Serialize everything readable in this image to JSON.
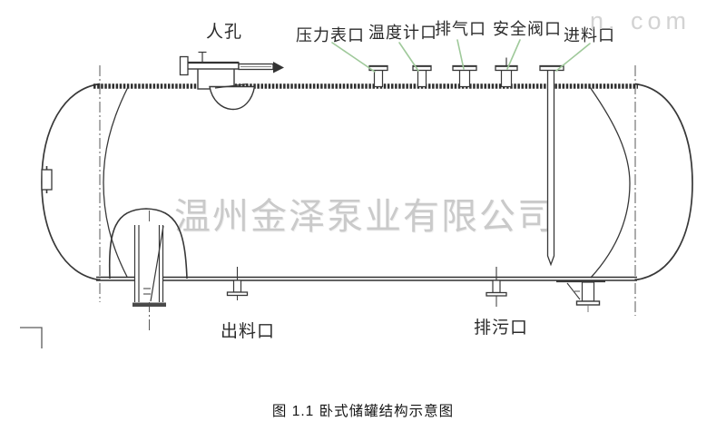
{
  "diagram": {
    "type": "engineering-line-drawing",
    "subject": "horizontal storage tank structure",
    "caption": "图 1.1 卧式储罐结构示意图",
    "labels_top": {
      "manhole": "人孔",
      "pressure_gauge_port": "压力表口",
      "thermometer_port": "温度计口",
      "vent_port": "排气口",
      "safety_valve_port": "安全阀口",
      "feed_inlet_port": "进料口"
    },
    "labels_bottom": {
      "discharge_port": "出料口",
      "drain_port": "排污口"
    },
    "watermarks": {
      "company": "温州金泽泵业有限公司",
      "site_fragment": "n. com"
    },
    "colors": {
      "line": "#383838",
      "shell_band": "#2f2f2f",
      "leader_line": "#9fc99a",
      "watermark": "#cacaca",
      "background": "#ffffff"
    }
  }
}
